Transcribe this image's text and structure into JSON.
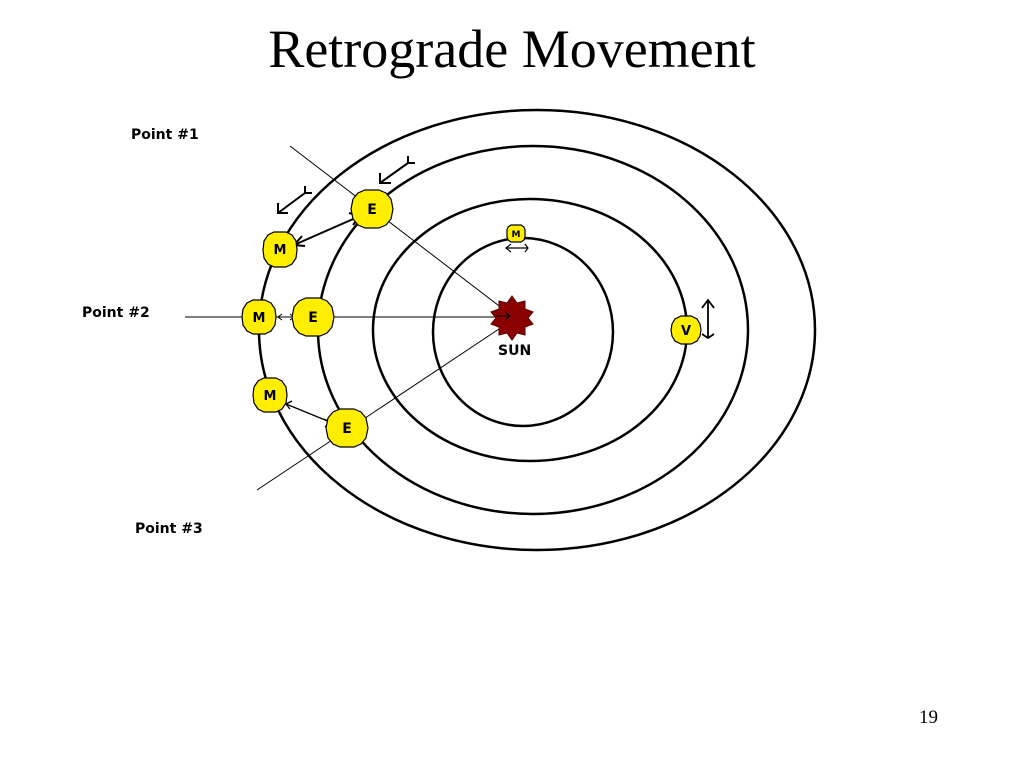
{
  "title": "Retrograde Movement",
  "page_number": "19",
  "labels": {
    "point1": "Point #1",
    "point2": "Point #2",
    "point3": "Point #3",
    "sun": "SUN"
  },
  "planet_letters": {
    "earth": "E",
    "mars": "M",
    "venus": "V"
  },
  "colors": {
    "planet_fill": "#ffee00",
    "sun_fill": "#8b0000",
    "line": "#000000"
  }
}
